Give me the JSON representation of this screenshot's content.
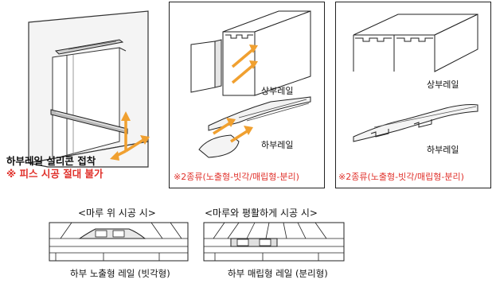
{
  "left_scene": {
    "caption_line1": "하부레일 실리콘 접착",
    "caption_line2": "※ 피스 시공 절대 불가"
  },
  "middle_panel": {
    "upper_rail_label": "상부레일",
    "lower_rail_label": "하부레일",
    "note": "※2종류(노출형-빗각/매립형-분리)"
  },
  "right_panel": {
    "upper_rail_label": "상부레일",
    "lower_rail_label": "하부레일",
    "note": "※2종류(노출형-빗각/매립형-분리)"
  },
  "bottom_left": {
    "title": "<마루 위 시공 시>",
    "caption": "하부 노출형 레일 (빗각형)"
  },
  "bottom_right": {
    "title": "<마루와 평활하게 시공 시>",
    "caption": "하부 매립형 레일 (분리형)"
  },
  "colors": {
    "arrow": "#f0a030",
    "note_red": "#e0302a",
    "line": "#222222"
  }
}
